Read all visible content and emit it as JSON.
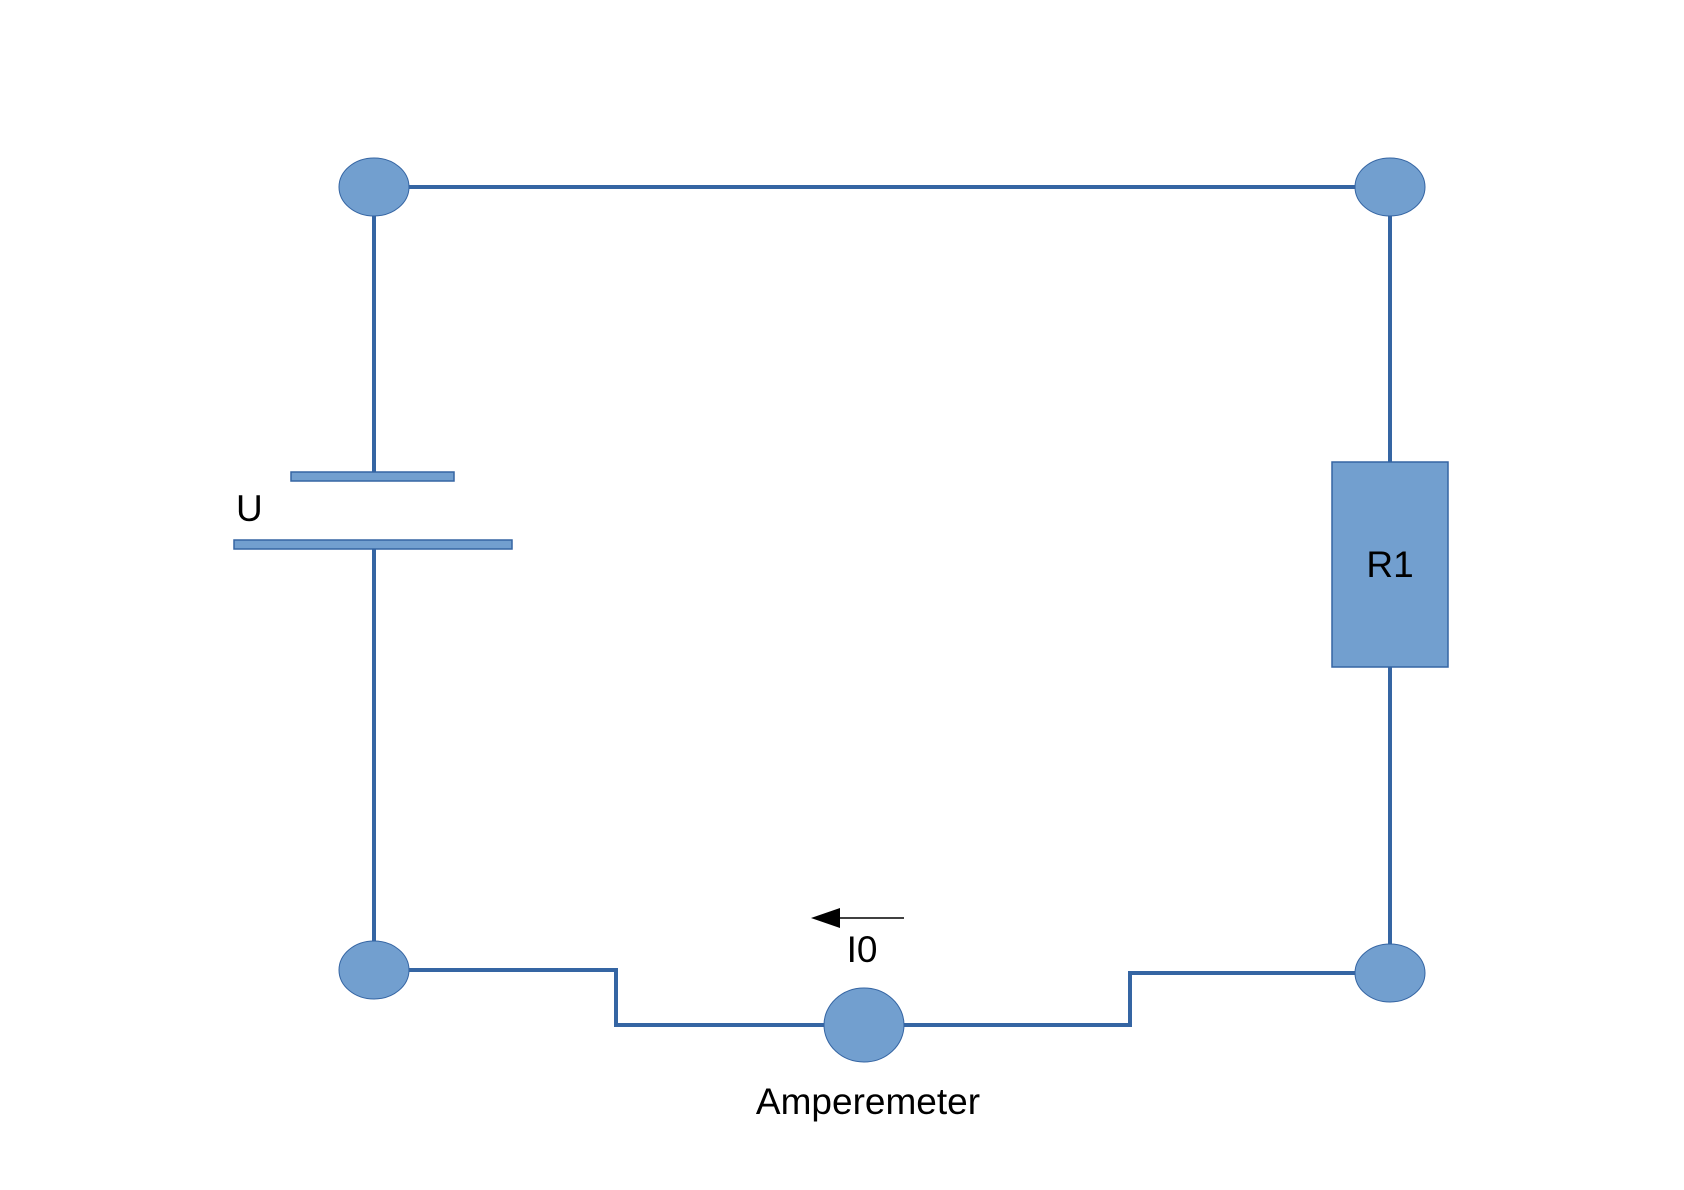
{
  "diagram": {
    "labels": {
      "source": "U",
      "resistor": "R1",
      "current": "I0",
      "meter": "Amperemeter"
    },
    "colors": {
      "wire": "#3565a3",
      "component_fill": "#729fcf",
      "text": "#000000",
      "background": "#ffffff"
    },
    "current_direction": "left"
  }
}
